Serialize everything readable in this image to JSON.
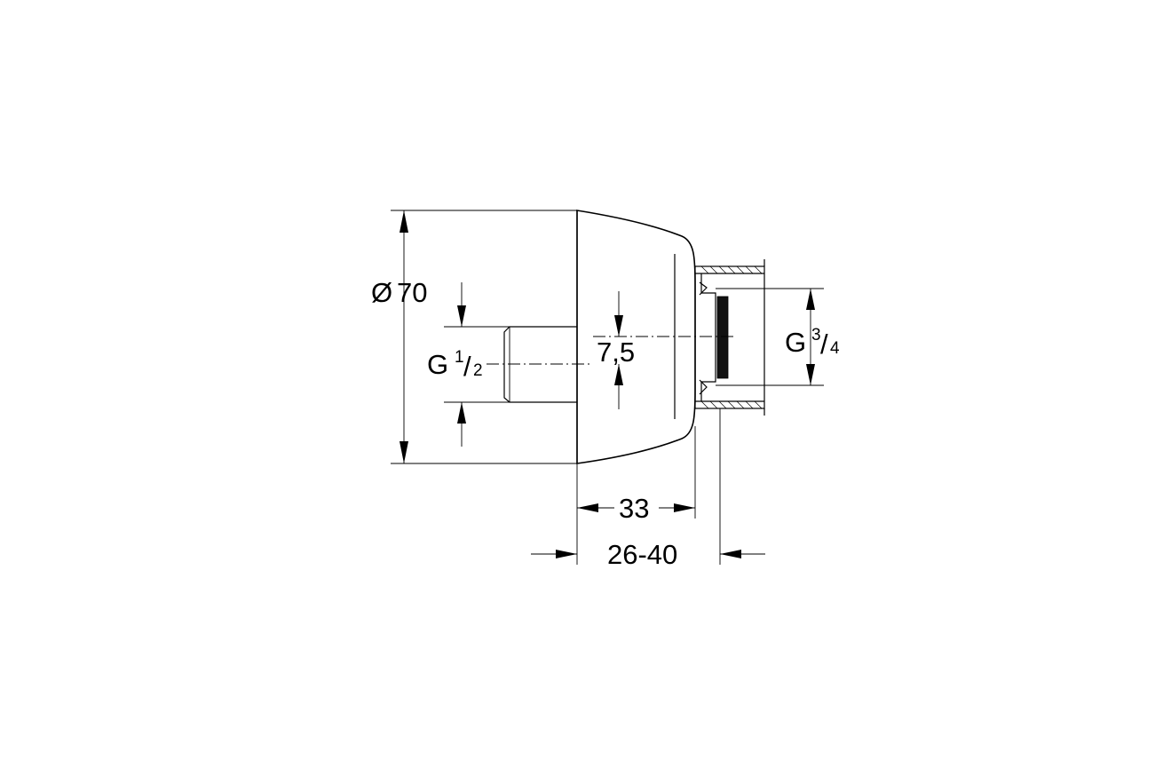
{
  "dimensions": {
    "diameter": {
      "symbol": "Ø",
      "value": "70"
    },
    "inlet_thread": {
      "prefix": "G",
      "numerator": "1",
      "slash": "/",
      "denominator": "2"
    },
    "outlet_thread": {
      "prefix": "G",
      "numerator": "3",
      "slash": "/",
      "denominator": "4"
    },
    "offset": "7,5",
    "depth": "33",
    "adjustment_range": "26-40"
  }
}
